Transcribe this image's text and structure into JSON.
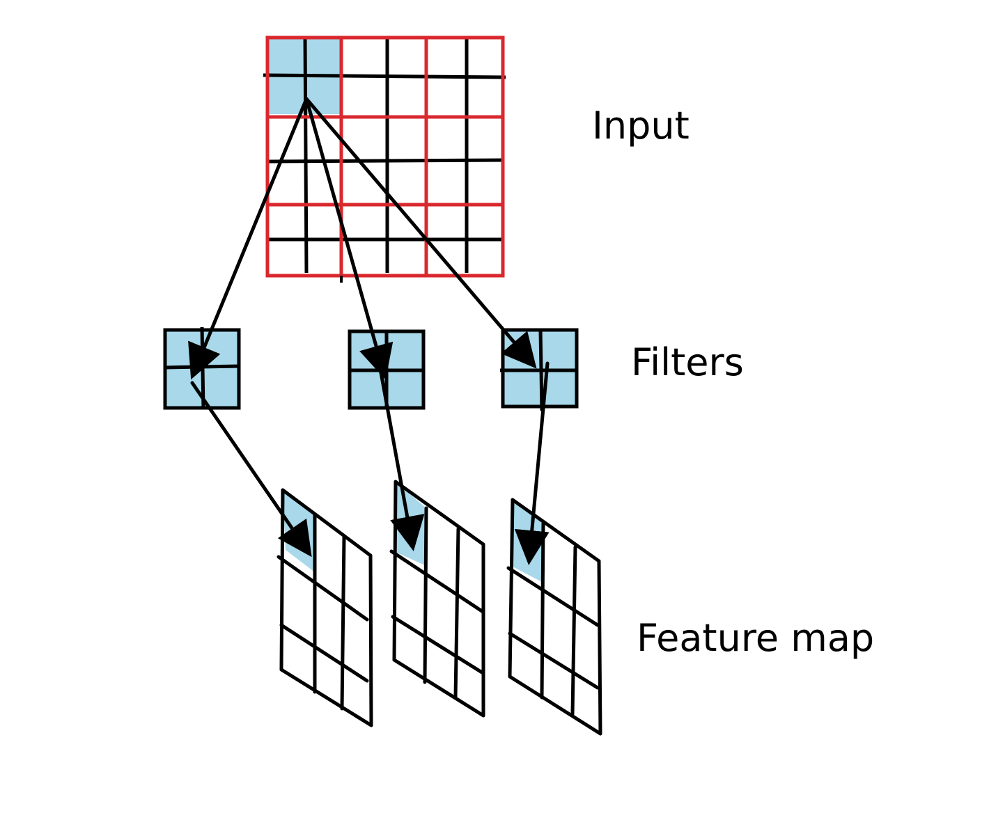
{
  "labels": {
    "input": "Input",
    "filters": "Filters",
    "feature_map": "Feature map"
  },
  "colors": {
    "highlight": "#a8d8ea",
    "input_grid_red": "#d9282e",
    "stroke": "#000000",
    "background": "#ffffff"
  },
  "structure": {
    "input_grid_cells": 6,
    "input_block_size": 2,
    "filter_count": 3,
    "filter_cells": 2,
    "feature_map_count": 3,
    "feature_map_cells": 3
  }
}
